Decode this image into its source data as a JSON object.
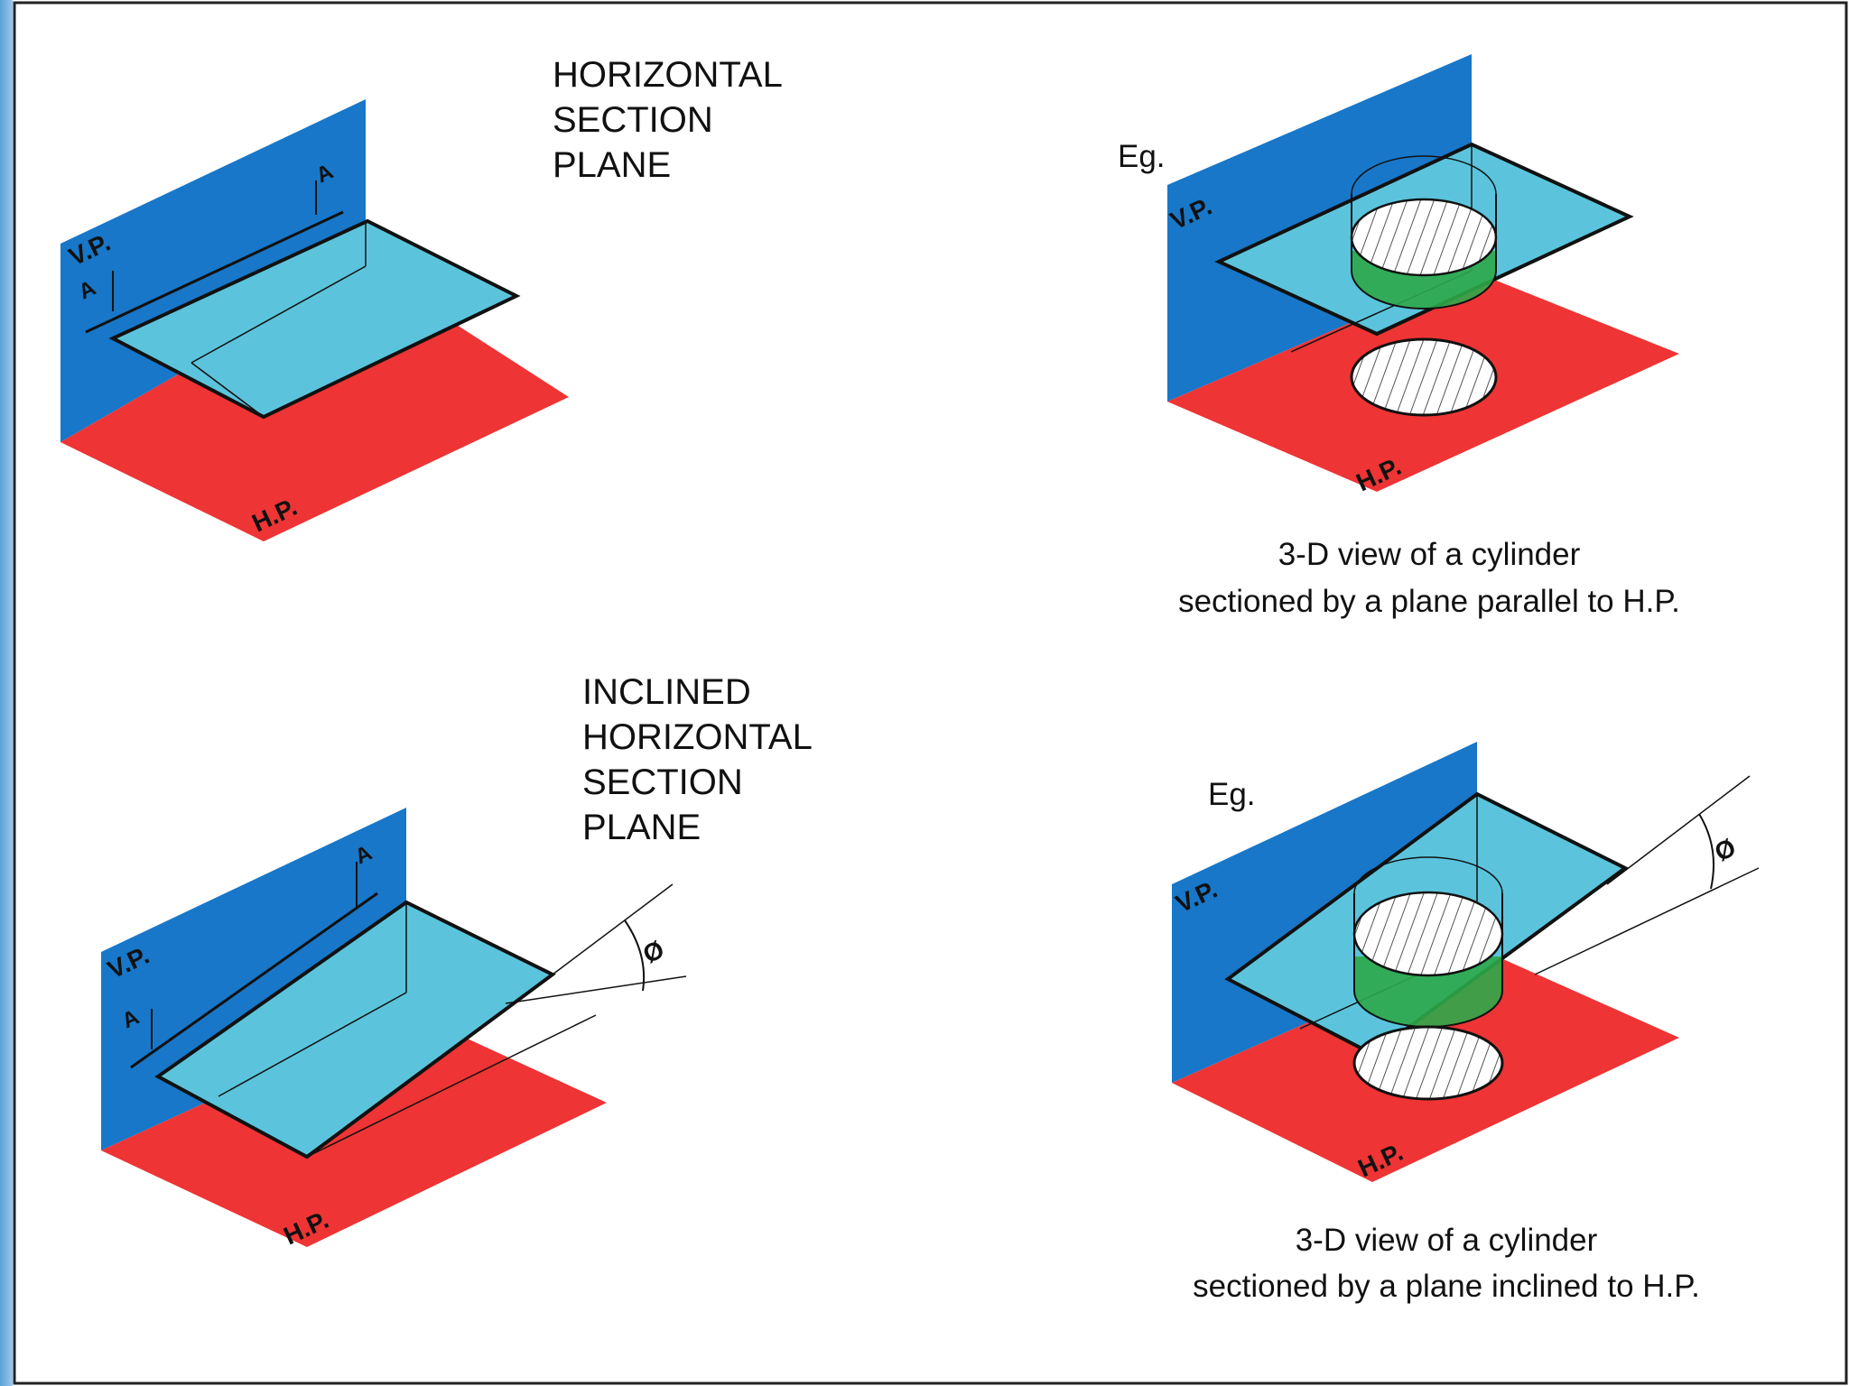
{
  "diagram1": {
    "title_lines": [
      "HORIZONTAL",
      "SECTION",
      "PLANE"
    ],
    "vp_label": "V.P.",
    "hp_label": "H.P.",
    "section_mark": "A"
  },
  "diagram2": {
    "eg_label": "Eg.",
    "vp_label": "V.P.",
    "hp_label": "H.P.",
    "caption_lines": [
      "3-D view of a cylinder",
      "sectioned by a plane parallel to H.P."
    ]
  },
  "diagram3": {
    "title_lines": [
      "INCLINED",
      "HORIZONTAL",
      "SECTION",
      "PLANE"
    ],
    "vp_label": "V.P.",
    "hp_label": "H.P.",
    "section_mark": "A",
    "angle_symbol": "Ø"
  },
  "diagram4": {
    "eg_label": "Eg.",
    "vp_label": "V.P.",
    "hp_label": "H.P.",
    "angle_symbol": "Ø",
    "caption_lines": [
      "3-D view of a cylinder",
      "sectioned by a plane inclined to H.P."
    ]
  },
  "colors": {
    "vertical_plane": "#1877c8",
    "horizontal_plane": "#ee3434",
    "section_plane": "#5bc4dc",
    "cylinder_shade": "#2ea84a",
    "hatch": "#555555",
    "outline": "#111111",
    "frame_accent": "#5aa0d8"
  }
}
